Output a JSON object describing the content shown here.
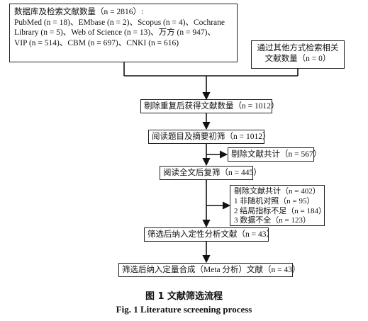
{
  "boxes": {
    "databases": {
      "lines": [
        "数据库及检索文献数量（n = 2816）:",
        "PubMed (n = 18)、EMbase (n = 2)、Scopus (n = 4)、Cochrane",
        "Library (n = 5)、Web of Science (n = 13)、万方 (n = 947)、",
        "VIP (n = 514)、CBM (n = 697)、CNKI (n = 616)"
      ]
    },
    "other_sources": {
      "lines": [
        "通过其他方式检索相关",
        "文献数量（n = 0）"
      ]
    },
    "dedup": {
      "text": "剔除重复后获得文献数量（n = 1012）"
    },
    "screen_title_abstract": {
      "text": "阅读题目及摘要初筛（n = 1012）"
    },
    "excluded_1": {
      "text": "剔除文献共计（n = 567）"
    },
    "full_text": {
      "text": "阅读全文后复筛（n = 445）"
    },
    "excluded_2": {
      "lines": [
        "剔除文献共计（n = 402）",
        "1  非随机对照（n = 95）",
        "2  结局指标不足（n = 184）",
        "3  数据不全（n = 123）"
      ]
    },
    "qualitative": {
      "text": "筛选后纳入定性分析文献（n = 43）"
    },
    "quantitative": {
      "text": "筛选后纳入定量合成（Meta 分析）文献（n = 43）"
    }
  },
  "caption": {
    "cn": "图 1    文献筛选流程",
    "en": "Fig. 1    Literature screening process"
  }
}
